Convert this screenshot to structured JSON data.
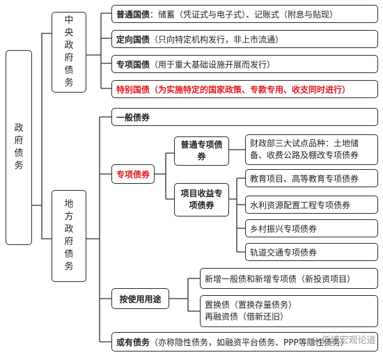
{
  "root": "政府债务",
  "central": {
    "label": "中央政府债务",
    "items": [
      {
        "bold": "普通国债",
        "rest": "：储蓄（凭证式与电子式）、记账式（附息与贴现）"
      },
      {
        "bold": "定向国债",
        "rest": "（只向特定机构发行，非上市流通）"
      },
      {
        "bold": "专项国债",
        "rest": "（用于重大基础设施开展而发行）"
      },
      {
        "bold": "特别国债",
        "rest": "（为实施特定的国家政策、专款专用、收支同时进行）"
      }
    ]
  },
  "local": {
    "label": "地方政府债务",
    "general": "一般债券",
    "special": {
      "label": "专项债券",
      "ordinary": {
        "label": "普通专项债券",
        "item": "财政部三大试点品种：土地储备、收费公路及棚改专项债券"
      },
      "income": {
        "label": "项目收益专项债券",
        "items": [
          "教育项目、高等教育专项债券",
          "水利资源配置工程专项债券",
          "乡村振兴专项债券",
          "轨道交通专项债券"
        ]
      }
    },
    "usage": {
      "label": "按使用用途",
      "items": [
        "新增一般债和新增专项债（新投资项目）",
        "置换债（置换存量债务）",
        "再融资债（借新还旧）"
      ]
    }
  },
  "contingent": {
    "bold": "或有债务",
    "rest": "（亦称隐性债务，如融资平台债务、PPP等隐性债务）"
  },
  "watermark": "任博宏观论道",
  "colors": {
    "highlight": "#e0191f",
    "line": "#2b2b2b"
  }
}
